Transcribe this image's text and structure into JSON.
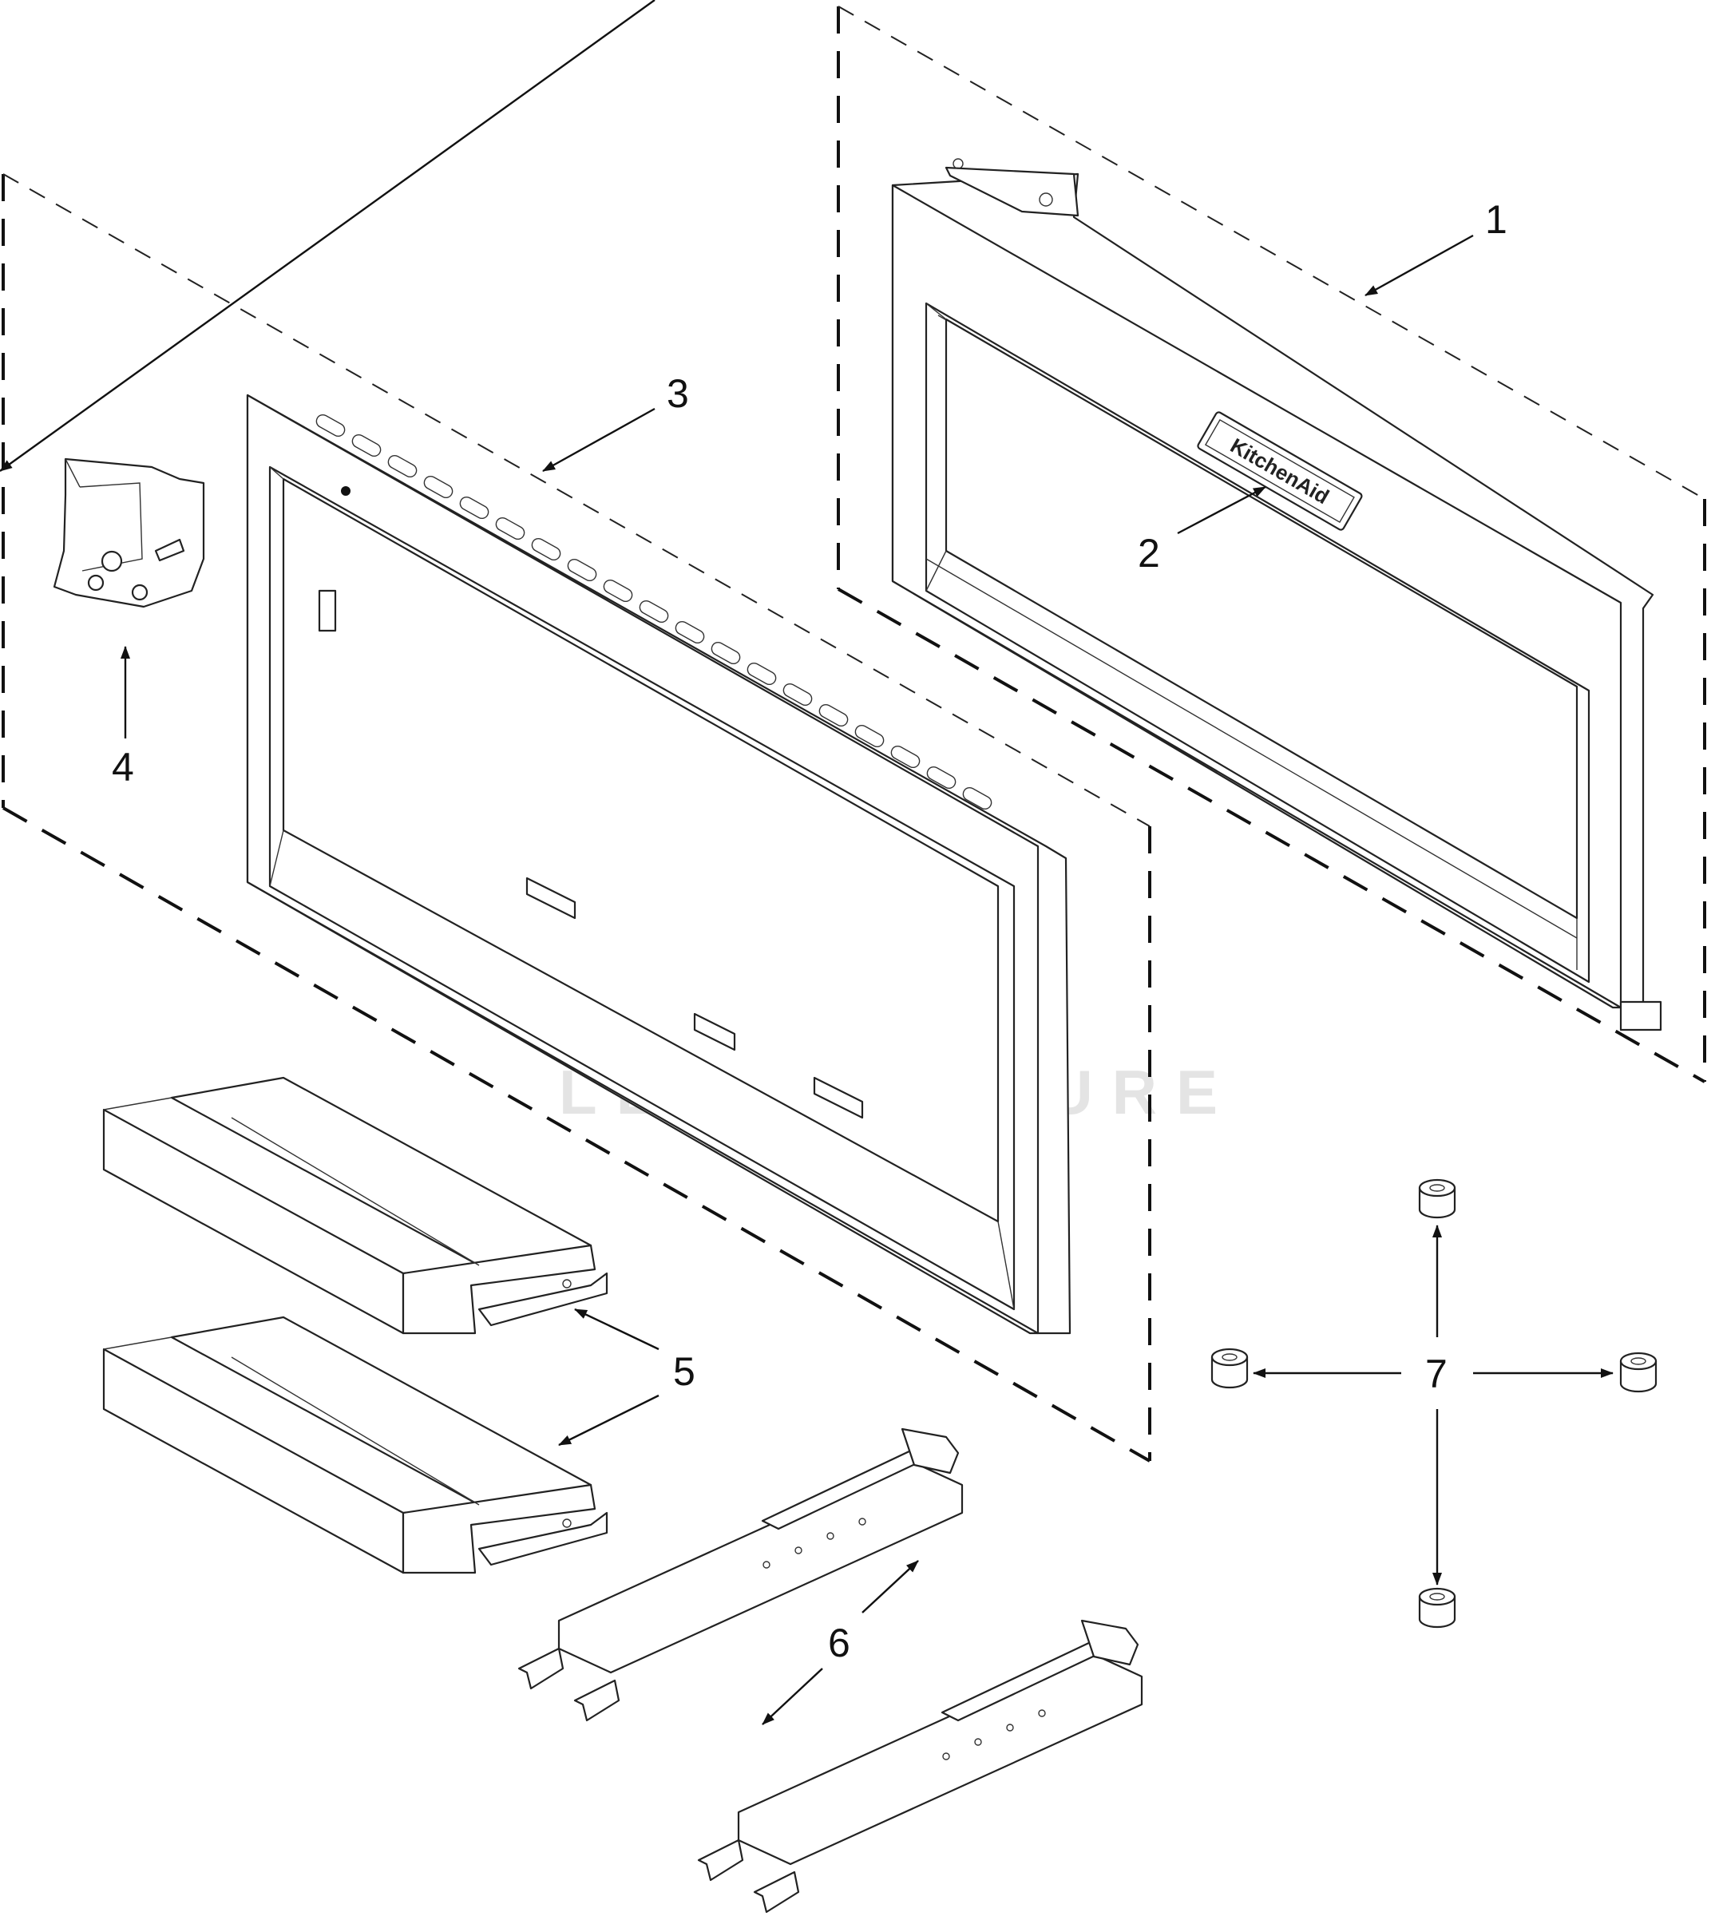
{
  "diagram": {
    "callouts": [
      {
        "id": "1",
        "label": "1"
      },
      {
        "id": "2",
        "label": "2"
      },
      {
        "id": "3",
        "label": "3"
      },
      {
        "id": "4",
        "label": "4"
      },
      {
        "id": "5",
        "label": "5"
      },
      {
        "id": "6",
        "label": "6"
      },
      {
        "id": "7",
        "label": "7"
      }
    ],
    "brand_badge": "KitchenAid",
    "watermark": "LEADVENTURE",
    "colors": {
      "line": "#222222",
      "background": "#ffffff",
      "watermark": "#e4e4e4"
    }
  }
}
